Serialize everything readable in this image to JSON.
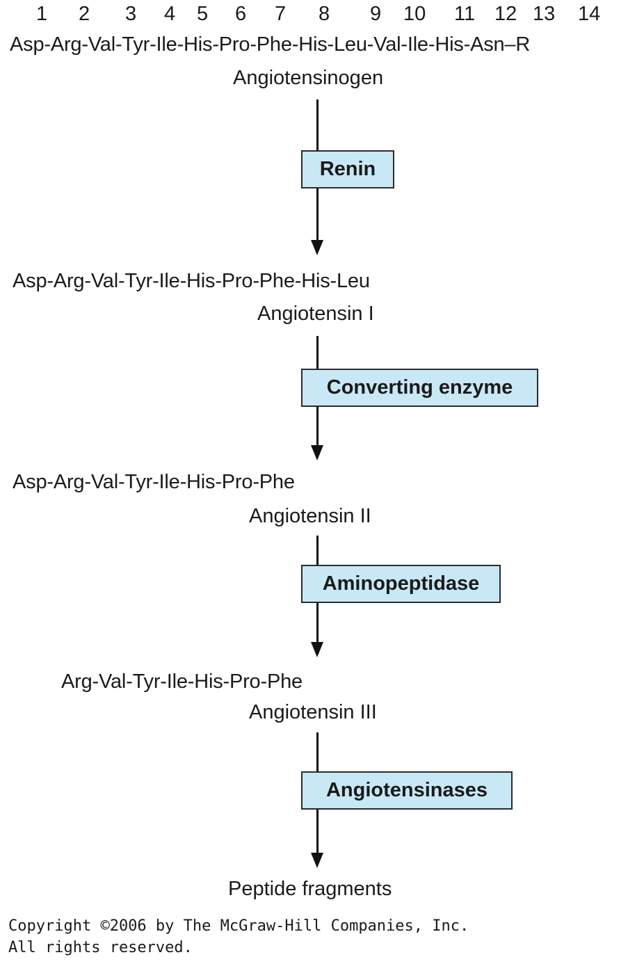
{
  "positions": [
    "1",
    "2",
    "3",
    "4",
    "5",
    "6",
    "7",
    "8",
    "9",
    "10",
    "11",
    "12",
    "13",
    "14"
  ],
  "steps": [
    {
      "sequence": "Asp-Arg-Val-Tyr-Ile-His-Pro-Phe-His-Leu-Val-Ile-His-Asn–R",
      "name": "Angiotensinogen"
    },
    {
      "sequence": "Asp-Arg-Val-Tyr-Ile-His-Pro-Phe-His-Leu",
      "name": "Angiotensin I"
    },
    {
      "sequence": "Asp-Arg-Val-Tyr-Ile-His-Pro-Phe",
      "name": "Angiotensin II"
    },
    {
      "sequence": "Arg-Val-Tyr-Ile-His-Pro-Phe",
      "name": "Angiotensin III"
    },
    {
      "sequence": "",
      "name": "Peptide fragments"
    }
  ],
  "enzymes": [
    "Renin",
    "Converting enzyme",
    "Aminopeptidase",
    "Angiotensinases"
  ],
  "colors": {
    "enzyme_fill": "#c9e8f6",
    "line": "#111111"
  },
  "copyright": {
    "line1": "Copyright ©2006 by The McGraw-Hill Companies, Inc.",
    "line2": "All rights reserved."
  }
}
